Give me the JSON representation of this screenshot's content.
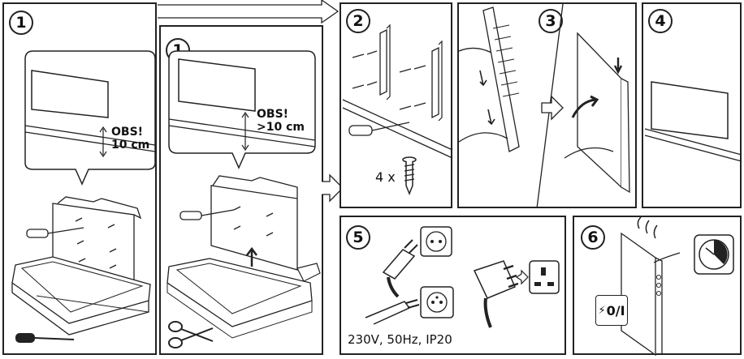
{
  "steps": {
    "s1a": "1",
    "s1b": "1",
    "s2": "2",
    "s3": "3",
    "s4": "4",
    "s5": "5",
    "s6": "6"
  },
  "notes": {
    "obs_a_line1": "OBS!",
    "obs_a_line2": "10 cm",
    "obs_b_line1": "OBS!",
    "obs_b_line2": ">10 cm"
  },
  "screw_count": "4 x",
  "power_spec": "230V, 50Hz, IP20",
  "switch_label": "0/I",
  "icons": [
    "screwdriver-icon",
    "scissors-icon",
    "screw-icon",
    "eu-plug-icon",
    "uk-plug-icon",
    "clock-icon",
    "switch-icon"
  ]
}
